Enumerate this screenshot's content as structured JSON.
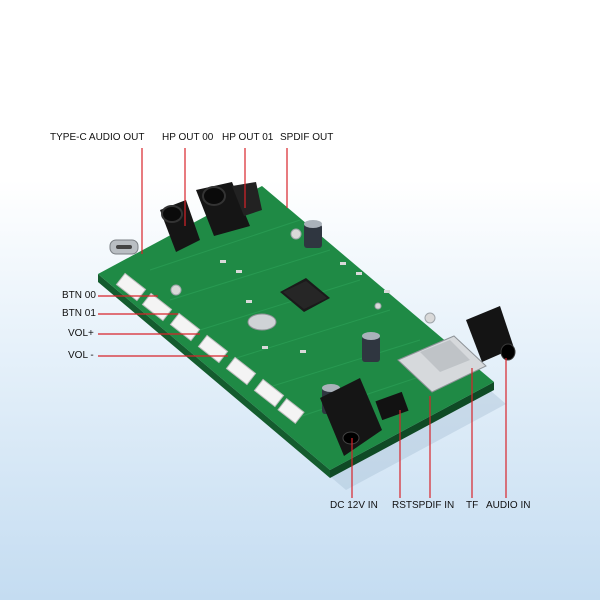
{
  "labels": {
    "typec_audio_out": "TYPE-C AUDIO OUT",
    "hp_out_00": "HP OUT 00",
    "hp_out_01": "HP OUT 01",
    "spdif_out": "SPDIF OUT",
    "btn_00": "BTN 00",
    "btn_01": "BTN 01",
    "vol_plus": "VOL+",
    "vol_minus": "VOL -",
    "dc_12v_in": "DC 12V IN",
    "rst": "RST",
    "spdif_in": "SPDIF IN",
    "tf": "TF",
    "audio_in": "AUDIO IN"
  },
  "colors": {
    "callout_line": "#d8232a",
    "pcb_green": "#1f8a45",
    "background_bottom": "#c4dcf1"
  }
}
